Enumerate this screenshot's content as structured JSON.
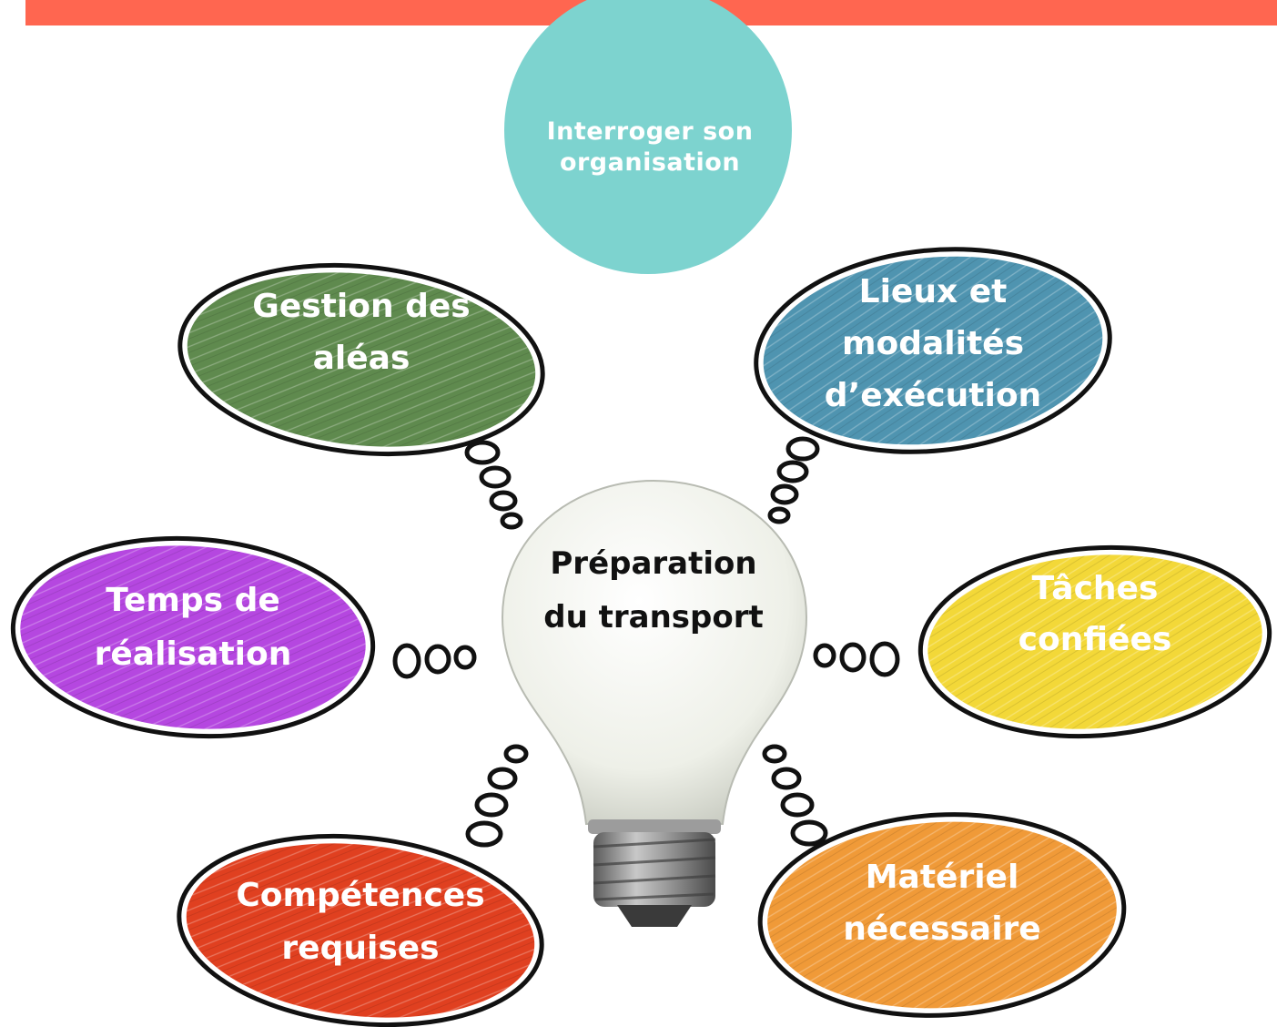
{
  "colors": {
    "top_bar": "#ff6650",
    "title_circle": "#7dd3cf",
    "title_text": "#ffffff",
    "bubble_text": "#ffffff",
    "outline": "#111111",
    "bulb_glass": "#eef0e8",
    "bulb_base": "#8a8a8a",
    "bulb_text": "#111111"
  },
  "title_circle": {
    "line1": "Interroger son",
    "line2": "organisation"
  },
  "center": {
    "line1": "Préparation",
    "line2": "du transport"
  },
  "bubbles": [
    {
      "id": "gestion",
      "lines": [
        "Gestion des",
        "aléas"
      ],
      "color": "#5f8a4e",
      "icon": "thought-bubble"
    },
    {
      "id": "lieux",
      "lines": [
        "Lieux et",
        "modalités",
        "d’exécution"
      ],
      "color": "#4f94b0",
      "icon": "thought-bubble"
    },
    {
      "id": "temps",
      "lines": [
        "Temps de",
        "réalisation"
      ],
      "color": "#b547e0",
      "icon": "thought-bubble"
    },
    {
      "id": "taches",
      "lines": [
        "Tâches",
        "confiées"
      ],
      "color": "#f3d838",
      "icon": "thought-bubble"
    },
    {
      "id": "competences",
      "lines": [
        "Compétences",
        "requises"
      ],
      "color": "#e04020",
      "icon": "thought-bubble"
    },
    {
      "id": "materiel",
      "lines": [
        "Matériel",
        "nécessaire"
      ],
      "color": "#f09a38",
      "icon": "thought-bubble"
    }
  ]
}
